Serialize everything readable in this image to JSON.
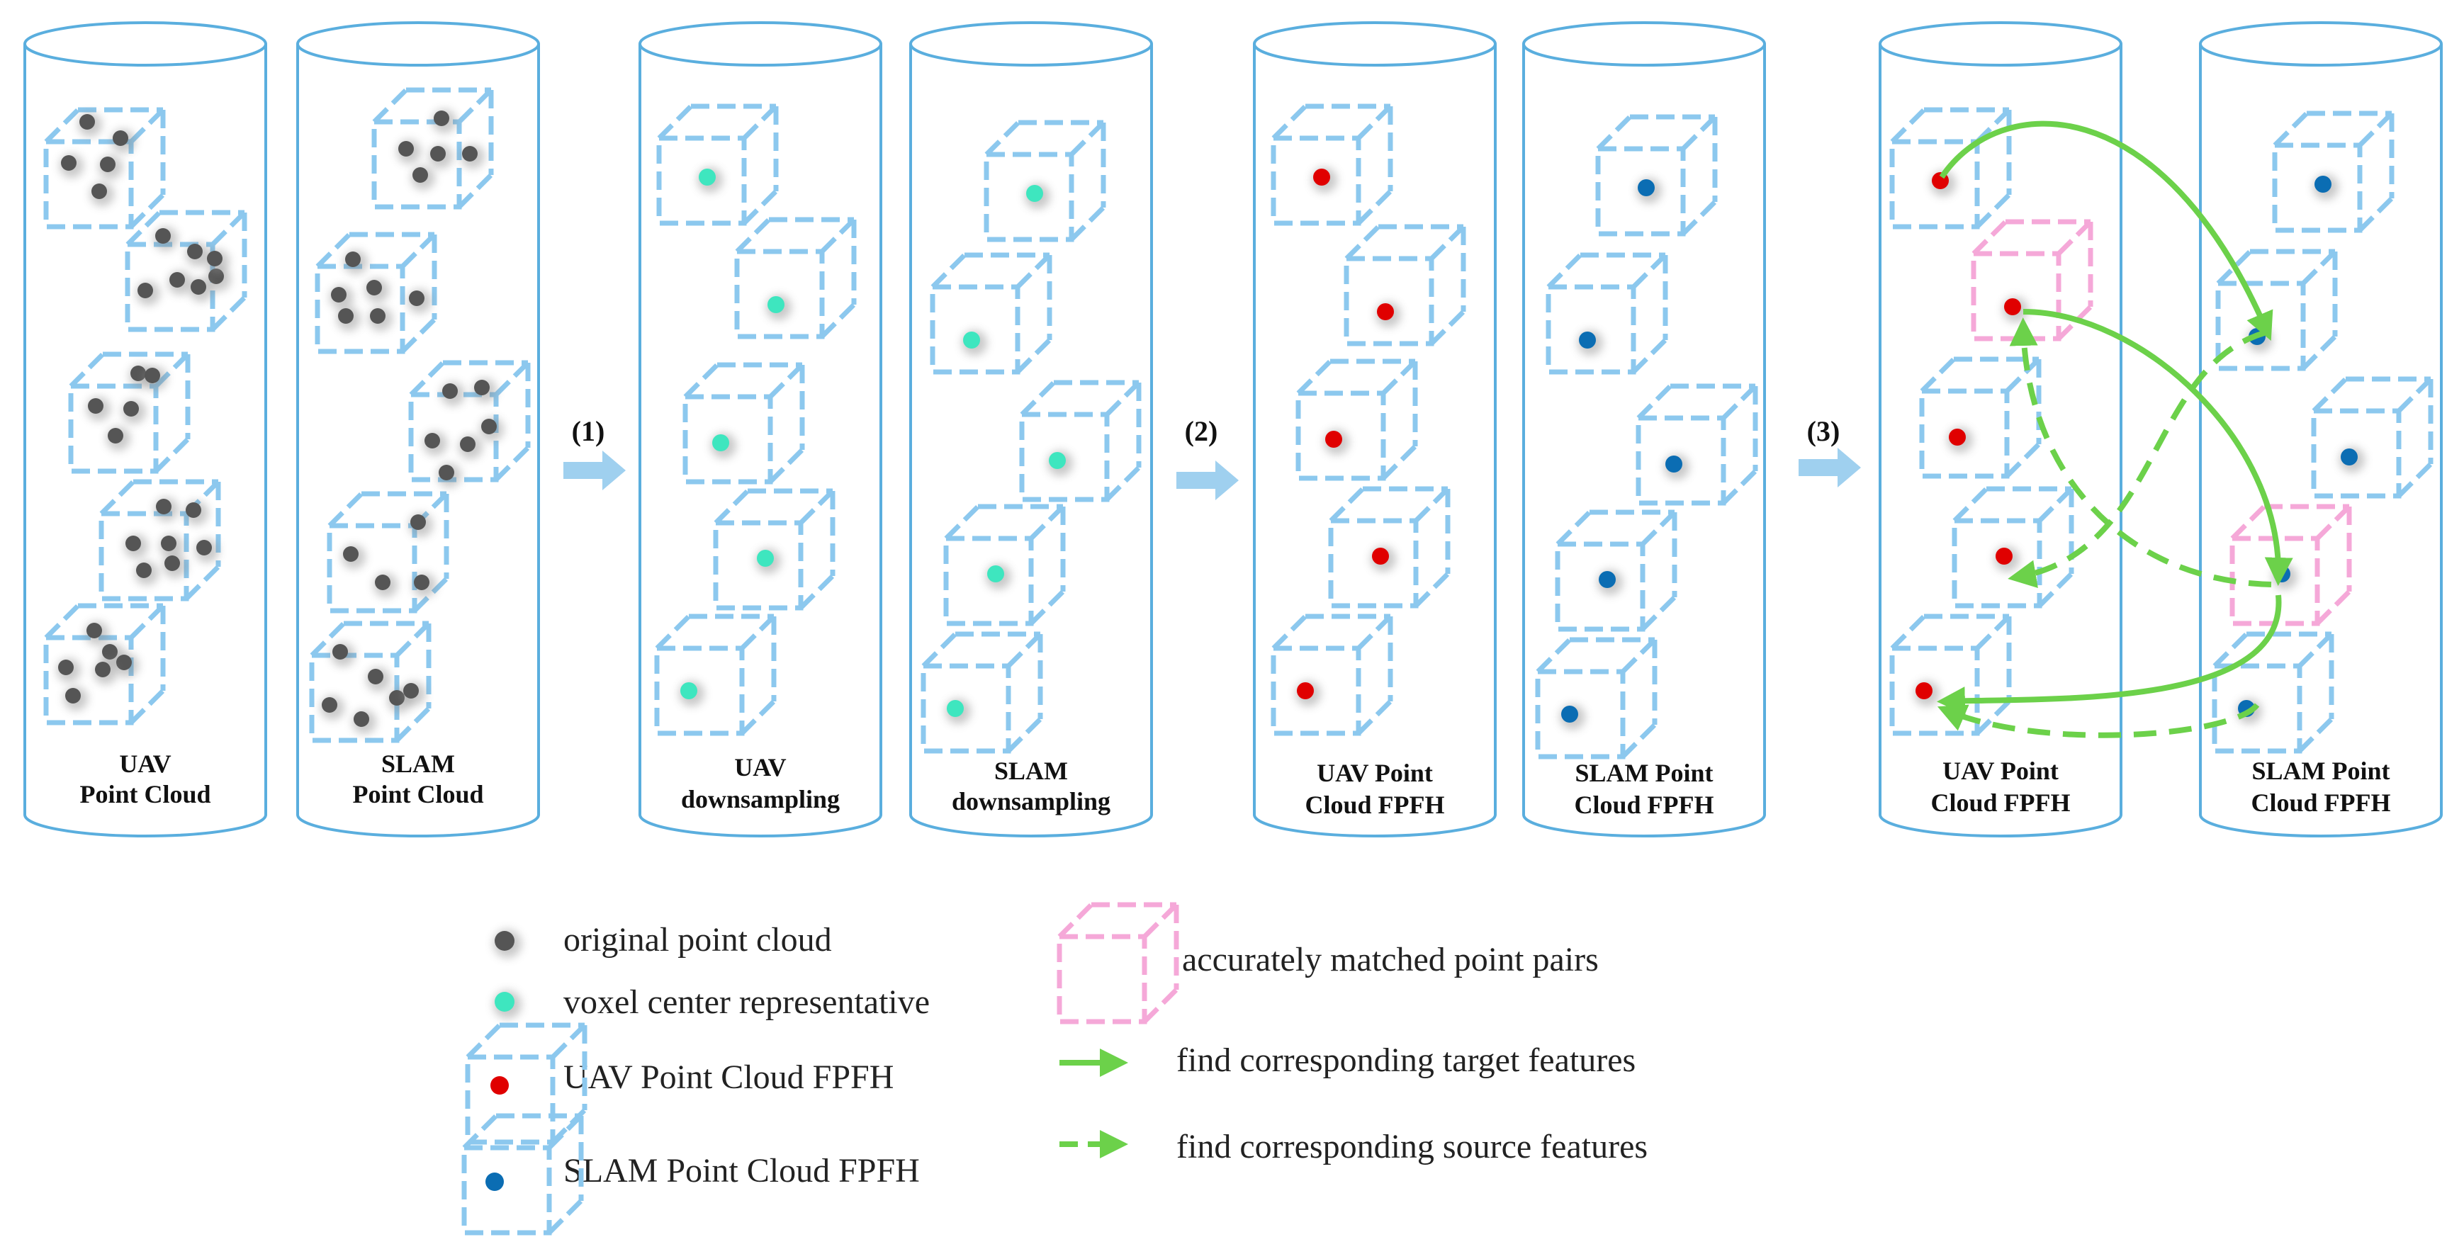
{
  "colors": {
    "cylinder_stroke": "#5aaede",
    "cube_stroke": "#8cc8ee",
    "matched_cube_stroke": "#f5a8d8",
    "original_point": "#555555",
    "voxel_center": "#3ee6bf",
    "uav_fpfh": "#e00000",
    "slam_fpfh": "#0b6db3",
    "arrow_green": "#6cd14a",
    "step_arrow": "#9fd0ef"
  },
  "cylinders": [
    {
      "id": "uav-point-cloud",
      "line1": "UAV",
      "line2": "Point Cloud",
      "point_type": "original"
    },
    {
      "id": "slam-point-cloud",
      "line1": "SLAM",
      "line2": "Point  Cloud",
      "point_type": "original"
    },
    {
      "id": "uav-downsampling",
      "line1": "UAV",
      "line2": "downsampling",
      "point_type": "voxel"
    },
    {
      "id": "slam-downsampling",
      "line1": "SLAM",
      "line2": "downsampling",
      "point_type": "voxel"
    },
    {
      "id": "uav-fpfh",
      "line1": "UAV Point",
      "line2": "Cloud FPFH",
      "point_type": "uav_fpfh"
    },
    {
      "id": "slam-fpfh",
      "line1": "SLAM Point",
      "line2": "Cloud FPFH",
      "point_type": "slam_fpfh"
    },
    {
      "id": "uav-fpfh-matched",
      "line1": "UAV Point",
      "line2": "Cloud FPFH",
      "point_type": "uav_fpfh"
    },
    {
      "id": "slam-fpfh-matched",
      "line1": "SLAM Point",
      "line2": "Cloud FPFH",
      "point_type": "slam_fpfh"
    }
  ],
  "steps": [
    {
      "id": "step-1",
      "label": "(1)"
    },
    {
      "id": "step-2",
      "label": "(2)"
    },
    {
      "id": "step-3",
      "label": "(3)"
    }
  ],
  "legend": {
    "original_point_cloud": "original point cloud",
    "voxel_center": "voxel center representative",
    "uav_fpfh": "UAV Point Cloud FPFH",
    "slam_fpfh": "SLAM Point Cloud FPFH",
    "matched_pairs": "accurately matched point pairs",
    "find_target": "find corresponding target features",
    "find_source": "find corresponding source features"
  }
}
